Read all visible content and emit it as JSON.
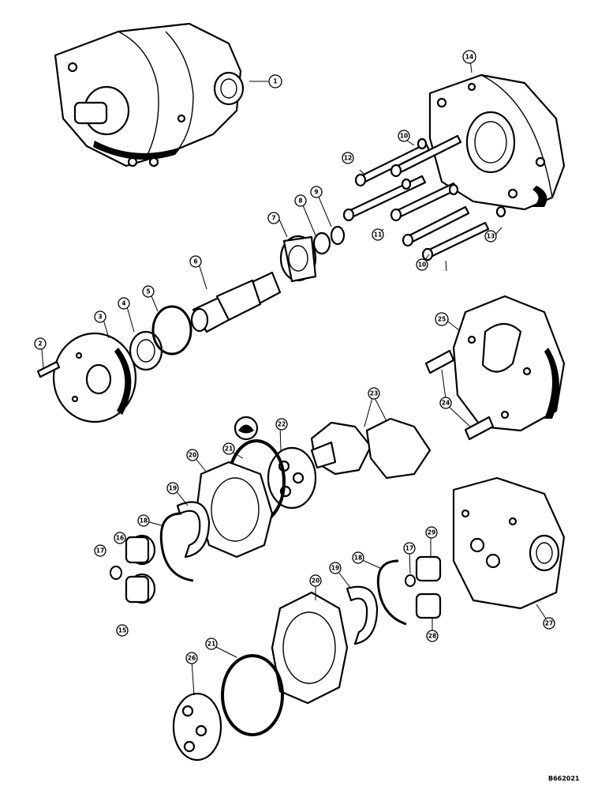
{
  "diagram": {
    "drawing_code": "B662021",
    "callouts": [
      "1",
      "2",
      "3",
      "4",
      "5",
      "6",
      "7",
      "8",
      "9",
      "10",
      "10",
      "11",
      "12",
      "13",
      "14",
      "15",
      "16",
      "17",
      "17",
      "18",
      "18",
      "19",
      "19",
      "20",
      "20",
      "21",
      "21",
      "22",
      "23",
      "24",
      "25",
      "26",
      "27",
      "28",
      "29"
    ]
  }
}
